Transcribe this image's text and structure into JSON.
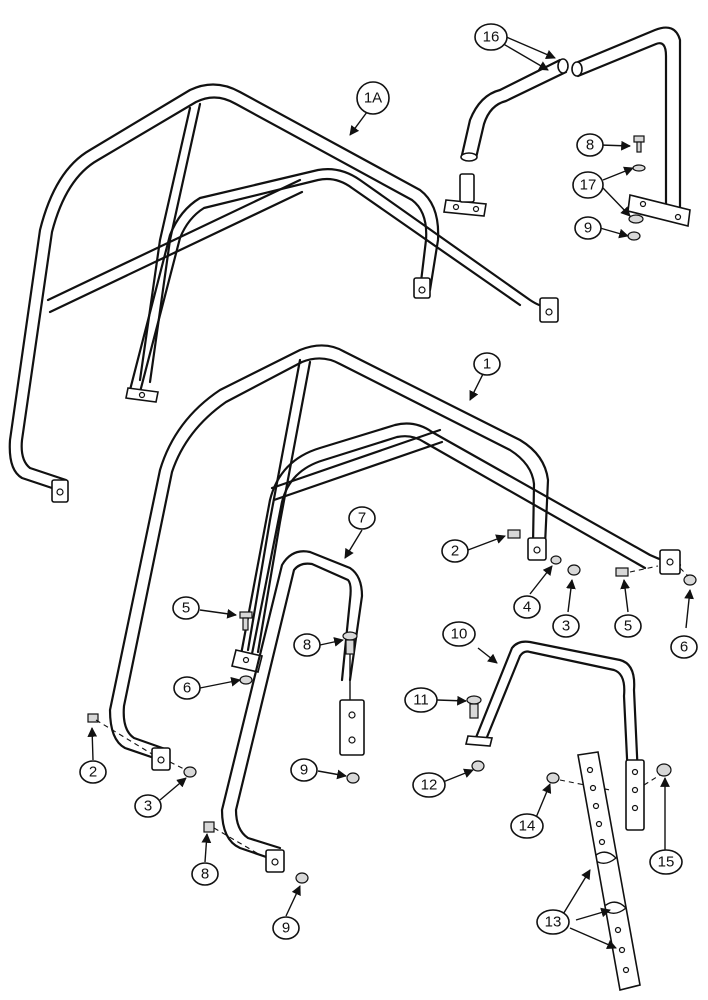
{
  "callouts": {
    "c1A": "1A",
    "c16": "16",
    "c8a": "8",
    "c17": "17",
    "c9a": "9",
    "c1": "1",
    "c7": "7",
    "c2a": "2",
    "c5a": "5",
    "c8b": "8",
    "c6a": "6",
    "c4": "4",
    "c3a": "3",
    "c5b": "5",
    "c6b": "6",
    "c10": "10",
    "c11": "11",
    "c12": "12",
    "c9b": "9",
    "c2b": "2",
    "c3b": "3",
    "c8c": "8",
    "c9c": "9",
    "c14": "14",
    "c15": "15",
    "c13": "13"
  },
  "icons": [
    "arrowhead-icon"
  ]
}
